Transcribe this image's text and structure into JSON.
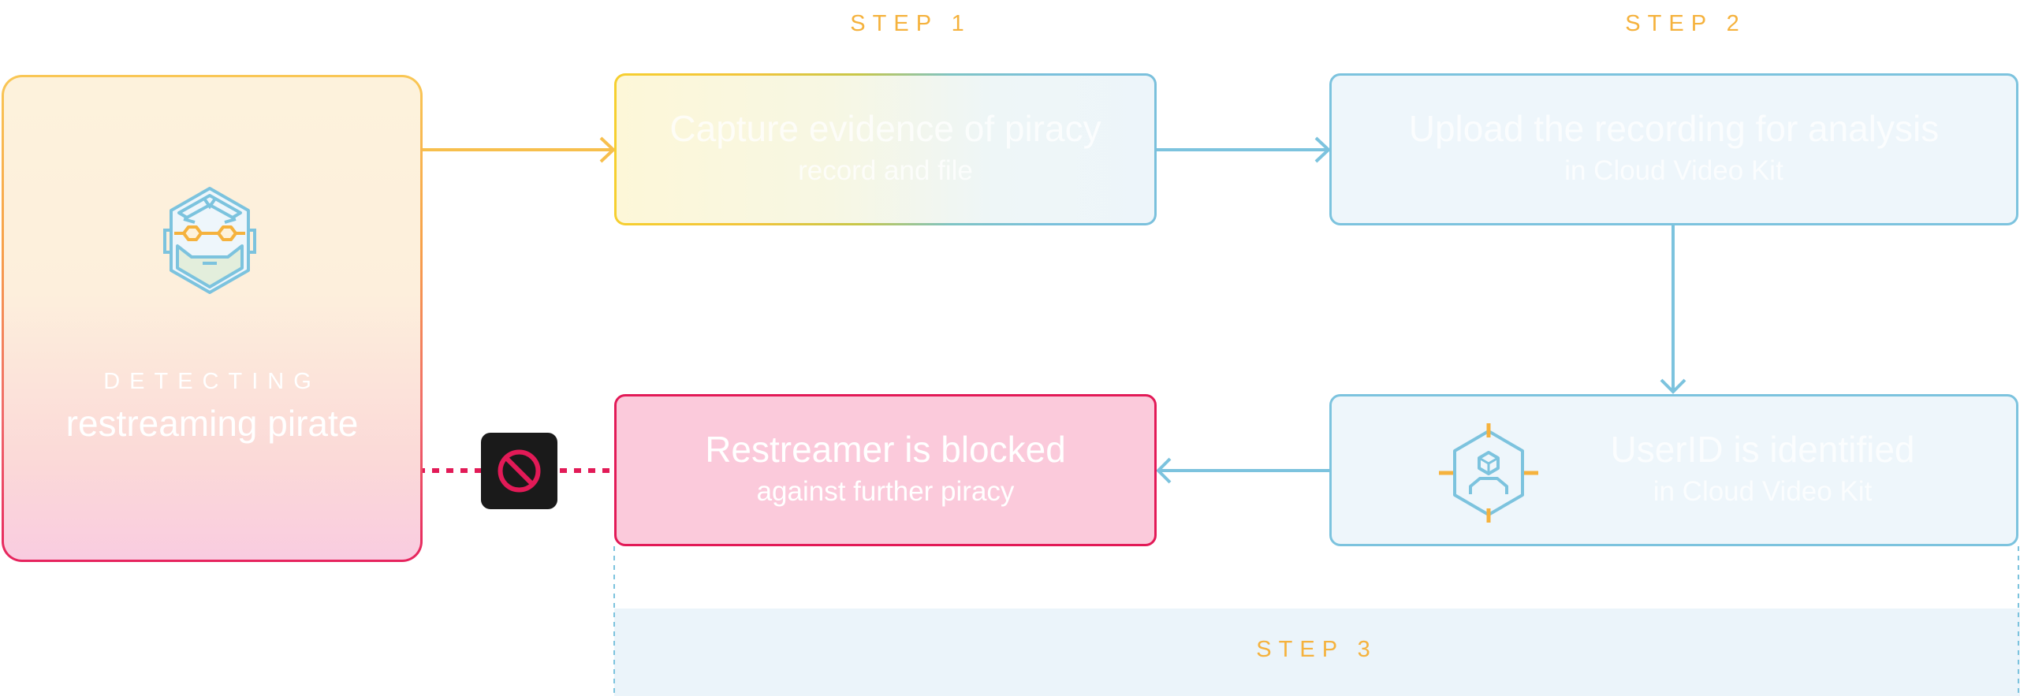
{
  "steps": {
    "step1": "STEP 1",
    "step2": "STEP 2",
    "step3": "STEP 3"
  },
  "pirate": {
    "label_small": "DETECTING",
    "label_big": "restreaming pirate",
    "icon": "pirate-face-icon"
  },
  "boxes": {
    "capture": {
      "title": "Capture evidence of piracy",
      "subtitle": "record and file"
    },
    "upload": {
      "title": "Upload the recording for analysis",
      "subtitle": "in Cloud Video Kit"
    },
    "userid": {
      "title": "UserID is identified",
      "subtitle": "in Cloud Video Kit",
      "icon": "user-target-icon"
    },
    "blocked": {
      "title": "Restreamer is blocked",
      "subtitle": "against further piracy"
    }
  },
  "block_badge": {
    "icon": "blocked-icon"
  },
  "colors": {
    "orange": "#f5b23d",
    "blue": "#7cc3de",
    "pink": "#e21a57",
    "badge": "#1a1a1a"
  }
}
